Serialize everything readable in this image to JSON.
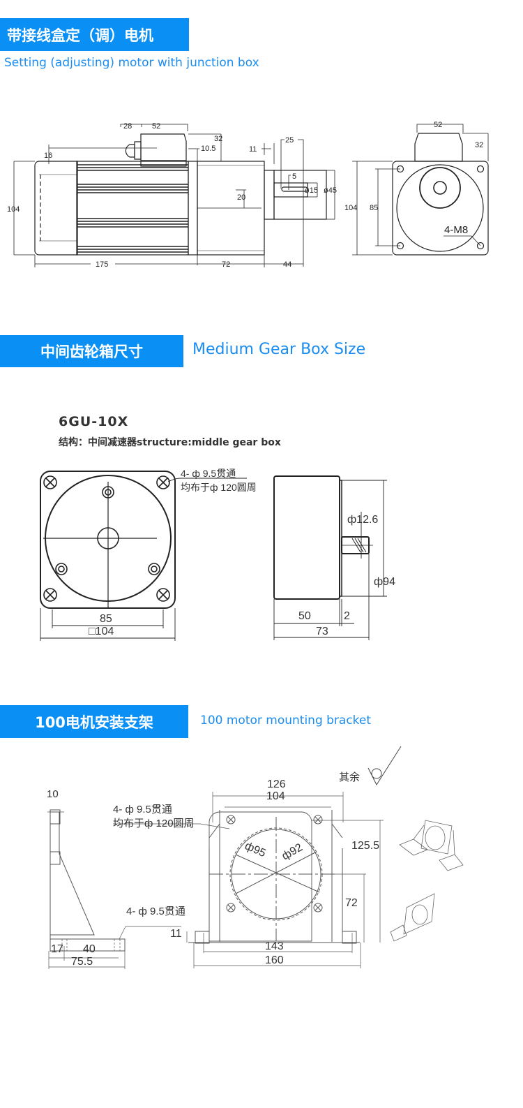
{
  "sections": [
    {
      "title_cn": "带接线盒定（调）电机",
      "title_en": "Setting (adjusting) motor with junction box",
      "drawing": {
        "side_view_dims": {
          "gland": "28",
          "box_width": "52",
          "box_height": "32",
          "box_offset": "10.5",
          "cap": "16",
          "height": "104",
          "shaft_step": "11",
          "shaft_len": "25",
          "key": "5",
          "shaft_dia": "ø15",
          "boss_dia": "ø45",
          "center_offset": "20",
          "body_len": "175",
          "gear_len": "72",
          "shaft_total": "44"
        },
        "front_view_dims": {
          "box_width": "52",
          "box_height": "32",
          "height": "104",
          "hole_pitch": "85",
          "holes": "4-M8"
        }
      }
    },
    {
      "title_cn": "中间齿轮箱尺寸",
      "title_en": "Medium Gear Box Size",
      "model": "6GU-10X",
      "structure": "结构：中间减速器structure:middle gear box",
      "drawing": {
        "hole_note_1": "4- ф 9.5贯通",
        "hole_note_2": "均布于ф 120圆周",
        "pitch": "85",
        "square": "□104",
        "shaft_dia": "ф12.6",
        "flange_dia": "ф94",
        "body_len": "50",
        "gap": "2",
        "total_len": "73"
      }
    },
    {
      "title_cn": "100电机安装支架",
      "title_en": "100 motor mounting bracket",
      "drawing": {
        "side_thickness": "10",
        "hole_note_1": "4- ф 9.5贯通",
        "hole_note_2": "均布于ф 120圆周",
        "base_hole_note": "4- ф 9.5贯通",
        "base_a": "17",
        "base_b": "40",
        "base_total": "75.5",
        "outer_width": "126",
        "inner_width": "104",
        "dia_95": "ф95",
        "dia_92": "ф92",
        "height": "125.5",
        "center_height": "72",
        "base_thick": "11",
        "hole_span": "143",
        "base_width": "160",
        "surface_note": "其余"
      }
    }
  ],
  "colors": {
    "banner": "#0a8ff5",
    "subtitle": "#1a8cf0",
    "line": "#222222"
  }
}
